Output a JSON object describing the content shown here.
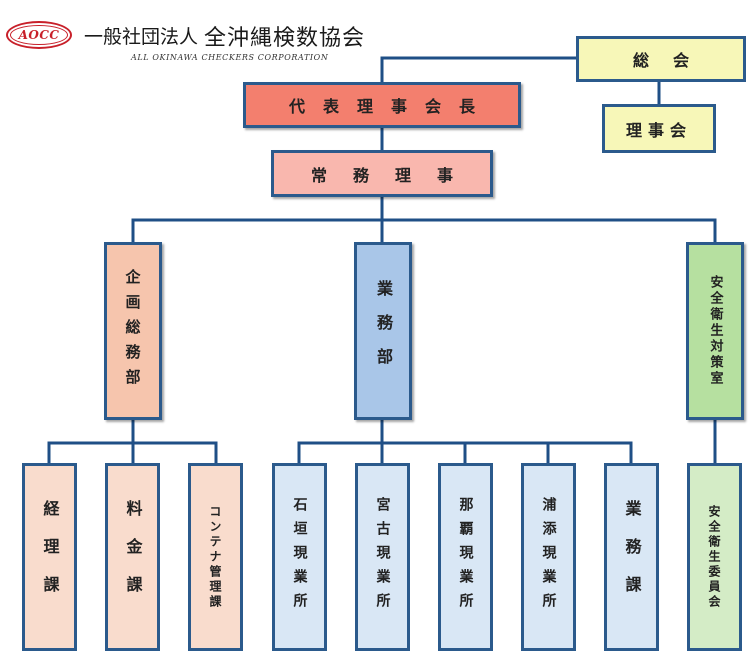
{
  "header": {
    "logo_badge": "AOCC",
    "org_type": "一般社団法人",
    "org_name": "全沖縄検数協会",
    "org_name_en": "ALL OKINAWA CHECKERS CORPORATION"
  },
  "nodes": {
    "sokai": "総会",
    "rijikai": "理事会",
    "daihyo": "代表理事会長",
    "jomu": "常務理事",
    "kikaku": "企画総務部",
    "gyomu": "業務部",
    "anzen": "安全衛生対策室",
    "keiri": "経理課",
    "ryokin": "料金課",
    "container": "コンテナ管理課",
    "ishigaki": "石垣現業所",
    "miyako": "宮古現業所",
    "naha": "那覇現業所",
    "urasoe": "浦添現業所",
    "gyomuka": "業務課",
    "iinkai": "安全衛生委員会"
  },
  "colors": {
    "line": "#1f4f86",
    "border": "#2b5a8c",
    "logo_red": "#c8202a",
    "general_assembly": "#f7f7b8",
    "president": "#f37f6e",
    "executive_director": "#f9b7ae",
    "planning_dept": "#f6c5ad",
    "operations_dept": "#a9c6e8",
    "safety_office": "#b6e0a0",
    "planning_sections": "#f9dccd",
    "operations_sections": "#d9e7f5",
    "safety_committee": "#d4ecc6"
  }
}
